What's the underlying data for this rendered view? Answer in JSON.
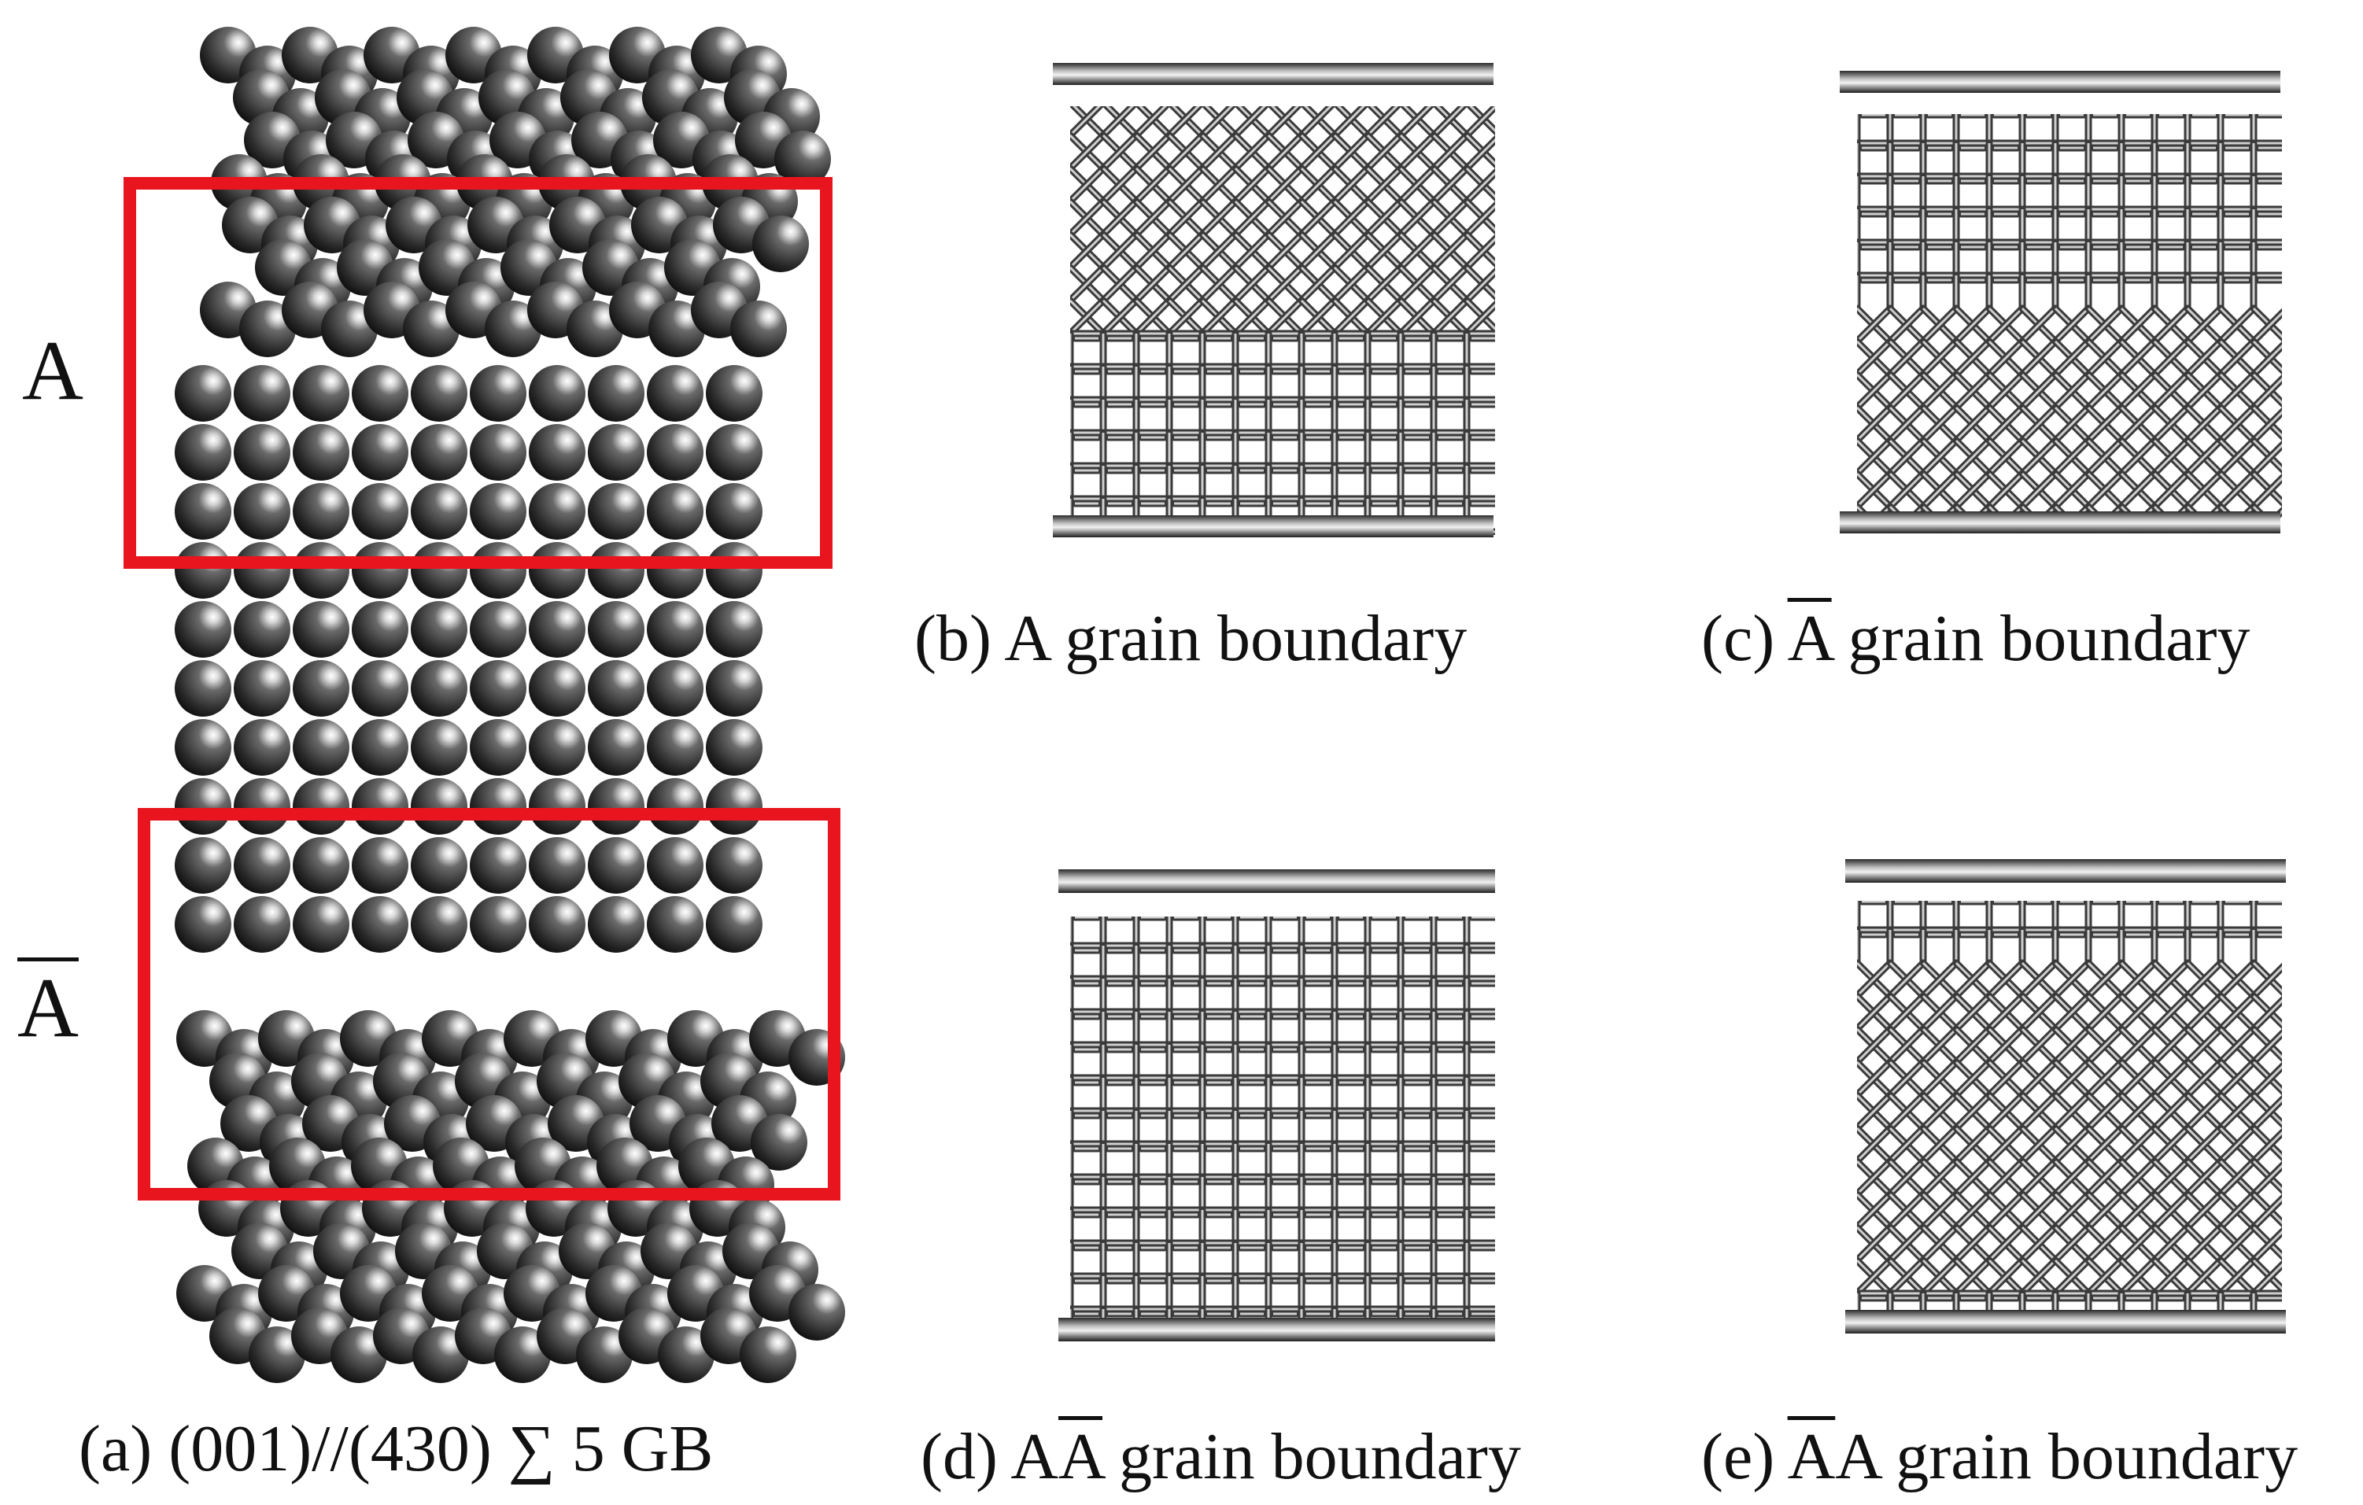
{
  "labels": {
    "grain_a": "A",
    "grain_a_bar": "A"
  },
  "captions": {
    "a_prefix": "(a) (001)//(430) ",
    "a_sigma": "∑",
    "a_suffix": " 5 GB",
    "b_prefix": "(b) ",
    "b_letter": "A",
    "b_suffix": " grain boundary",
    "c_prefix": "(c) ",
    "c_letter": "A",
    "c_suffix": " grain boundary",
    "d_prefix": "(d) ",
    "d_letter1": "A",
    "d_letter2": "A",
    "d_suffix": " grain boundary",
    "e_prefix": "(e) ",
    "e_letter1": "A",
    "e_letter2": "A",
    "e_suffix": " grain boundary"
  },
  "colors": {
    "highlight_box": "#e8141e",
    "sphere_dark": "#202020",
    "sphere_mid": "#5a5a5a",
    "lattice_strut": "#9a9a9a",
    "plate": "#4a4a4a"
  },
  "icons": {
    "atom": "sphere",
    "lattice_panel": "octet-truss-lattice"
  }
}
